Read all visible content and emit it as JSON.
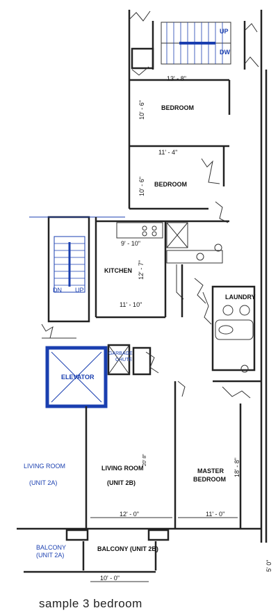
{
  "labels": {
    "up_top": "UP",
    "dw_top": "DW",
    "bedroom1": "BEDROOM",
    "bedroom2": "BEDROOM",
    "kitchen": "KITCHEN",
    "laundry": "LAUNDRY",
    "garbage": "GARBAGE",
    "chute": "CHUTE",
    "elevator": "ELEVATOR",
    "dn_left": "DN",
    "up_left": "UP",
    "living_2a": "LIVING ROOM",
    "unit_2a": "(UNIT 2A)",
    "living_2b": "LIVING ROOM",
    "unit_2b": "(UNIT 2B)",
    "master1": "MASTER",
    "master2": "BEDROOM",
    "balcony_2a": "BALCONY",
    "balcony_2a_unit": "(UNIT 2A)",
    "balcony_2b": "BALCONY (UNIT 2B)"
  },
  "dimensions": {
    "bed1_w": "13' - 8\"",
    "bed1_h": "10' - 6\"",
    "bed2_w": "11' - 4\"",
    "bed2_h": "10' - 6\"",
    "kit_w": "9' - 10\"",
    "kit_h": "12' - 7\"",
    "kit_w2": "11' - 10\"",
    "living_h": "20' 8\"",
    "living_w": "12' - 0\"",
    "master_h": "18' - 8\"",
    "master_w": "11' - 0\"",
    "balcony_w": "10' - 0\"",
    "balcony_depth": "5' 0\""
  },
  "caption": "sample 3 bedroom",
  "colors": {
    "wall": "#222222",
    "accent": "#1a3fb0"
  }
}
